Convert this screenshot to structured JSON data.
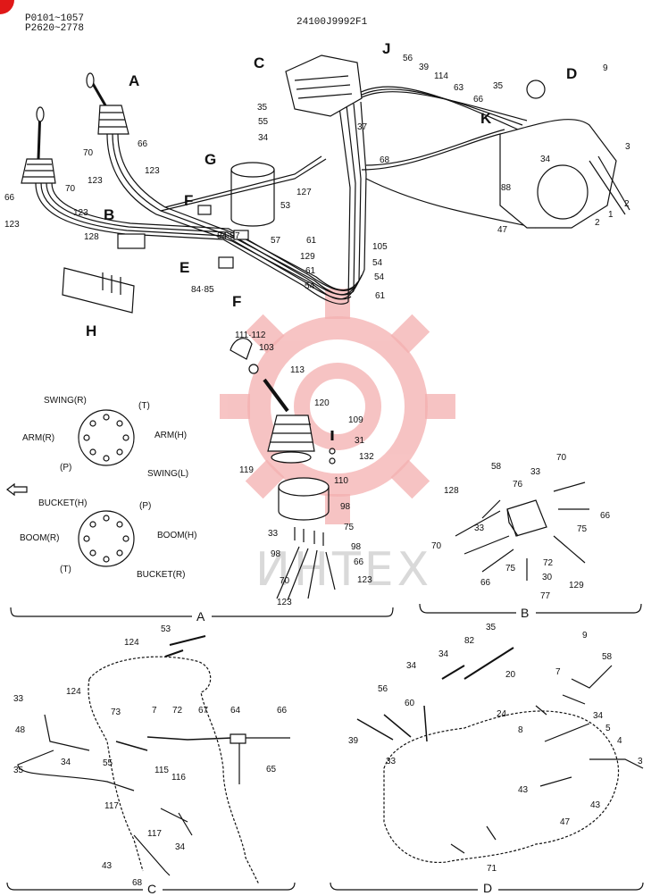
{
  "header": {
    "serial_1": "P0101~1057",
    "serial_2": "P2620~2778",
    "drawing_no": "24100J9992F1"
  },
  "watermark": "ИНТЕХ",
  "colors": {
    "line": "#111111",
    "watermark_red": "#f4b0b0",
    "watermark_grey": "#d9d9d9",
    "corner": "#e01818"
  },
  "view_arrows": {
    "A": "A",
    "B": "B",
    "C": "C",
    "D": "D",
    "E": "E",
    "F1": "F",
    "F2": "F",
    "G": "G",
    "H": "H",
    "J": "J",
    "K": "K"
  },
  "main_labels": {
    "l56": "56",
    "l39": "39",
    "l114": "114",
    "l63": "63",
    "l66a": "66",
    "l35a": "35",
    "l35b": "35",
    "l9": "9",
    "l55": "55",
    "l34a": "34",
    "l37": "37",
    "l66b": "66",
    "l70a": "70",
    "l123a": "123",
    "l68": "68",
    "l34b": "34",
    "l3": "3",
    "l66c": "66",
    "l70b": "70",
    "l123b": "123",
    "l127": "127",
    "l88": "88",
    "l123c": "123",
    "l53": "53",
    "l2a": "2",
    "l1": "1",
    "l2b": "2",
    "l8487": "84·87",
    "l47": "47",
    "l128": "128",
    "l57": "57",
    "l61a": "61",
    "l129": "129",
    "l105": "105",
    "l61b": "61",
    "l54a": "54",
    "l54b": "54",
    "l8485": "84·85",
    "l54c": "54",
    "l61c": "61"
  },
  "pattern_A": {
    "swing_r": "SWING(R)",
    "t1": "(T)",
    "arm_r": "ARM(R)",
    "arm_h": "ARM(H)",
    "p1": "(P)",
    "swing_l": "SWING(L)",
    "bucket_h": "BUCKET(H)",
    "p2": "(P)",
    "boom_r": "BOOM(R)",
    "boom_h": "BOOM(H)",
    "t2": "(T)",
    "bucket_r": "BUCKET(R)"
  },
  "lever_labels": {
    "l111112": "111·112",
    "l103": "103",
    "l113": "113",
    "l120": "120",
    "l109": "109",
    "l31": "31",
    "l132": "132",
    "l119": "119",
    "l110": "110",
    "l98a": "98",
    "l75": "75",
    "l33": "33",
    "l98b": "98",
    "l98c": "98",
    "l66": "66",
    "l70": "70",
    "l123a": "123",
    "l123b": "123"
  },
  "valve_B": {
    "l58": "58",
    "l33": "33",
    "l70a": "70",
    "l128": "128",
    "l76": "76",
    "l66a": "66",
    "l33b": "33",
    "l75a": "75",
    "l70b": "70",
    "l75b": "75",
    "l72": "72",
    "l66b": "66",
    "l30": "30",
    "l129": "129",
    "l77": "77"
  },
  "section_titles": {
    "A": "A",
    "B": "B",
    "C": "C",
    "D": "D"
  },
  "detail_C": {
    "l53": "53",
    "l124a": "124",
    "l33": "33",
    "l124b": "124",
    "l73": "73",
    "l7": "7",
    "l72": "72",
    "l67": "67",
    "l64": "64",
    "l66": "66",
    "l48": "48",
    "l34a": "34",
    "l55": "55",
    "l35": "35",
    "l65": "65",
    "l115": "115",
    "l116": "116",
    "l117a": "117",
    "l117b": "117",
    "l34b": "34",
    "l43": "43",
    "l68": "68"
  },
  "detail_D": {
    "l35": "35",
    "l82": "82",
    "l9": "9",
    "l34a": "34",
    "l20": "20",
    "l58": "58",
    "l7": "7",
    "l56": "56",
    "l60": "60",
    "l24": "24",
    "l34b": "34",
    "l39": "39",
    "l8": "8",
    "l5": "5",
    "l4": "4",
    "l33": "33",
    "l3": "3",
    "l43a": "43",
    "l43b": "43",
    "l47": "47",
    "l71": "71"
  }
}
